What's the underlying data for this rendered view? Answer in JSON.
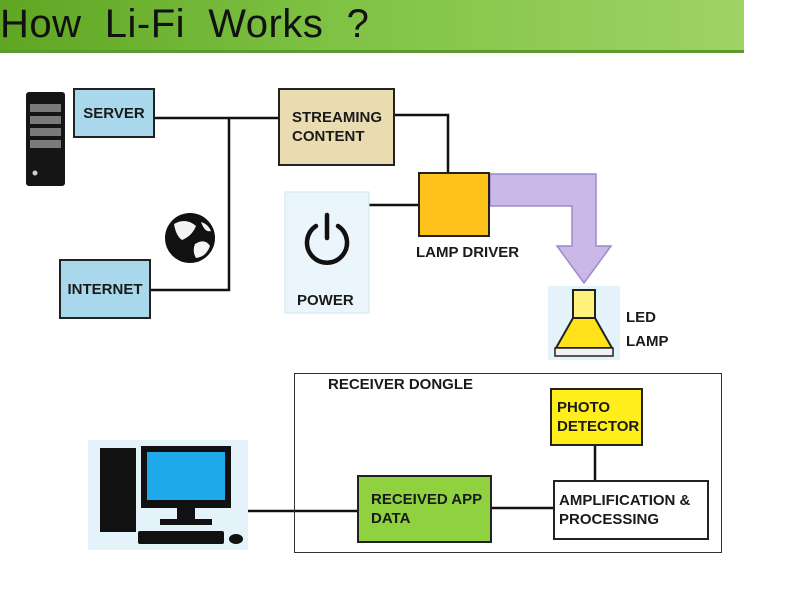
{
  "title": "How  Li-Fi  Works  ?",
  "nodes": {
    "server": "SERVER",
    "streaming_content": "STREAMING CONTENT",
    "internet": "INTERNET",
    "power": "POWER",
    "lamp_driver": "LAMP DRIVER",
    "led_lamp": "LED LAMP",
    "receiver_dongle": "RECEIVER DONGLE",
    "photo_detector": "PHOTO DETECTOR",
    "received_app_data": "RECEIVED APP DATA",
    "amplification_processing": "AMPLIFICATION & PROCESSING"
  },
  "colors": {
    "banner_green": "#7fc244",
    "server_internet_fill": "#a9d8ec",
    "streaming_fill": "#e9dcb0",
    "lamp_driver_fill": "#ffc21a",
    "photo_detector_fill": "#ffee1a",
    "received_data_fill": "#8fd13f",
    "light_beam": "#c9b8e8",
    "monitor_blue": "#1ea9ea"
  },
  "icons": [
    "server-tower-icon",
    "globe-icon",
    "power-icon",
    "led-lamp-icon",
    "desktop-computer-icon"
  ]
}
